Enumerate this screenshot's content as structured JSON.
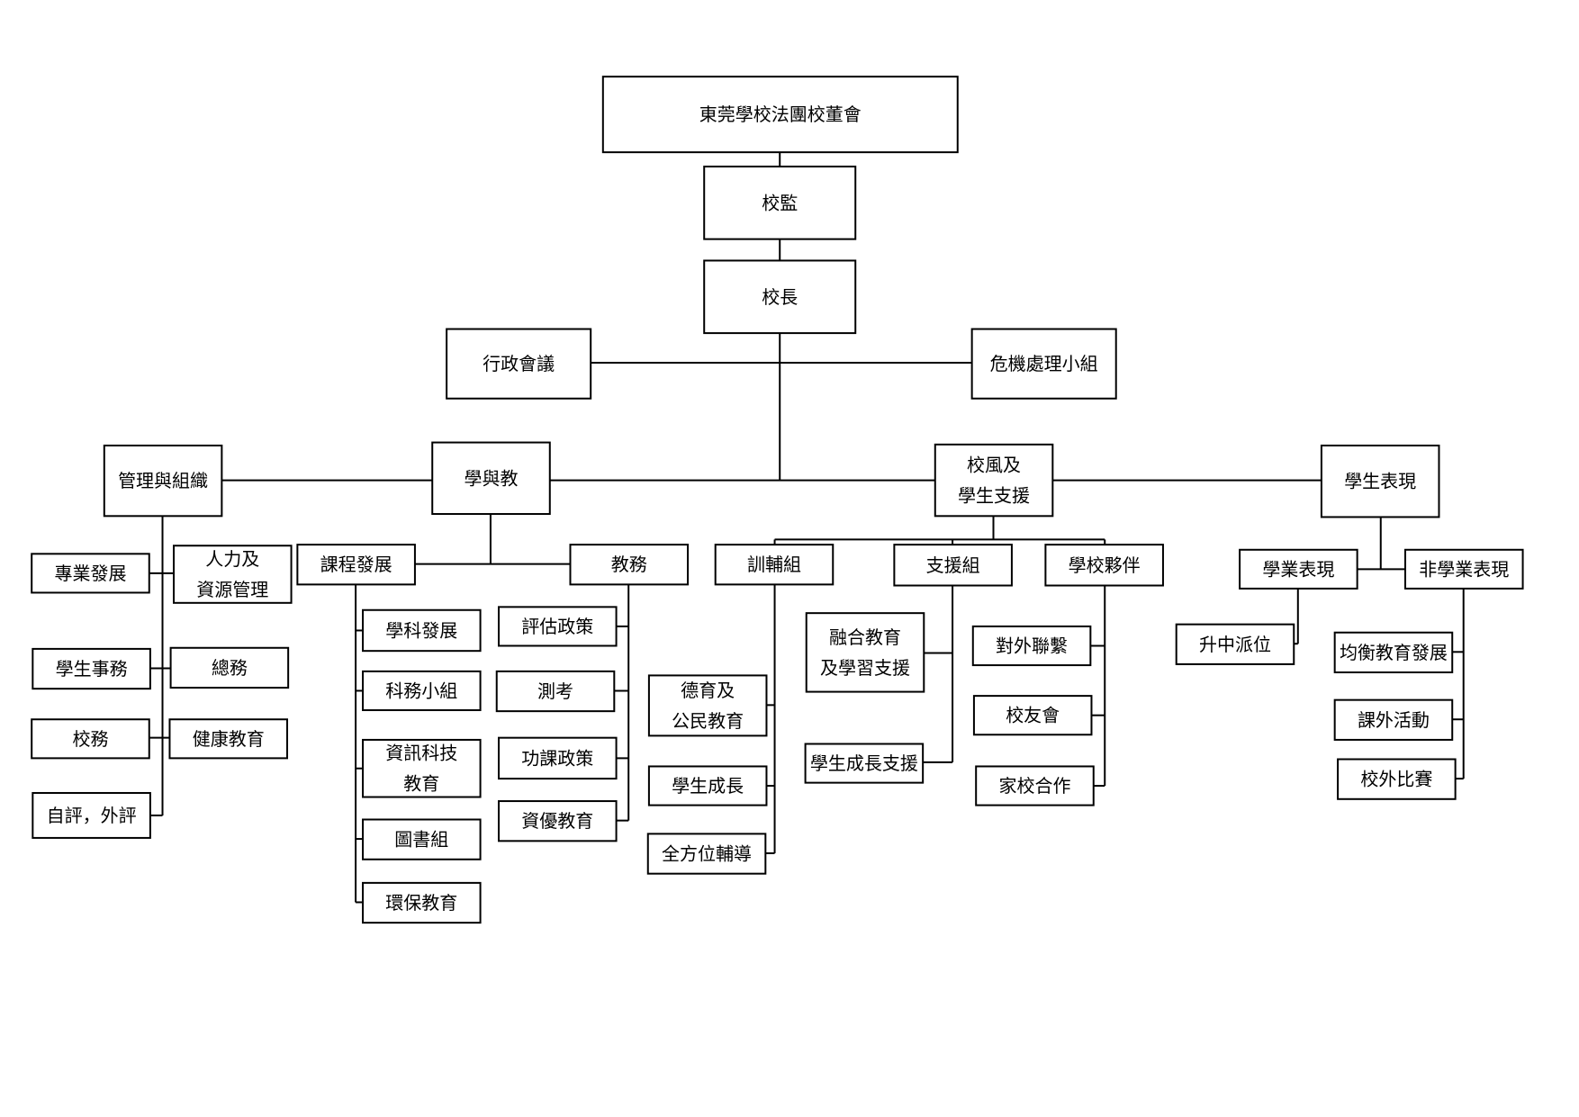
{
  "nodes": {
    "board": "東莞學校法團校董會",
    "supervisor": "校監",
    "principal": "校長",
    "admin": "行政會議",
    "crisis": "危機處理小組",
    "mgmt": "管理與組織",
    "learn": "學與教",
    "ethos": [
      "校風及",
      "學生支援"
    ],
    "perf": "學生表現",
    "prof": "專業發展",
    "hr": [
      "人力及",
      "資源管理"
    ],
    "studaff": "學生事務",
    "general": "總務",
    "sch": "校務",
    "health": "健康教育",
    "eval": "自評，外評",
    "curr": "課程發展",
    "subj": "學科發展",
    "subgrp": "科務小組",
    "ict": [
      "資訊科技",
      "教育"
    ],
    "lib": "圖書組",
    "env": "環保教育",
    "acad": "教務",
    "assess": "評估政策",
    "test": "測考",
    "hw": "功課政策",
    "gifted": "資優教育",
    "guid": "訓輔組",
    "moral": [
      "德育及",
      "公民教育"
    ],
    "growth": "學生成長",
    "wholeguid": "全方位輔導",
    "support": "支援組",
    "inclusive": [
      "融合教育",
      "及學習支援"
    ],
    "growsupp": "學生成長支援",
    "partner": "學校夥伴",
    "external": "對外聯繫",
    "alumni": "校友會",
    "homesch": "家校合作",
    "acadperf": "學業表現",
    "place": "升中派位",
    "nonacad": "非學業表現",
    "balance": "均衡教育發展",
    "extra": "課外活動",
    "comp": "校外比賽"
  },
  "colors": {
    "line": "#000000",
    "box_fill": "#ffffff",
    "text": "#000000"
  }
}
